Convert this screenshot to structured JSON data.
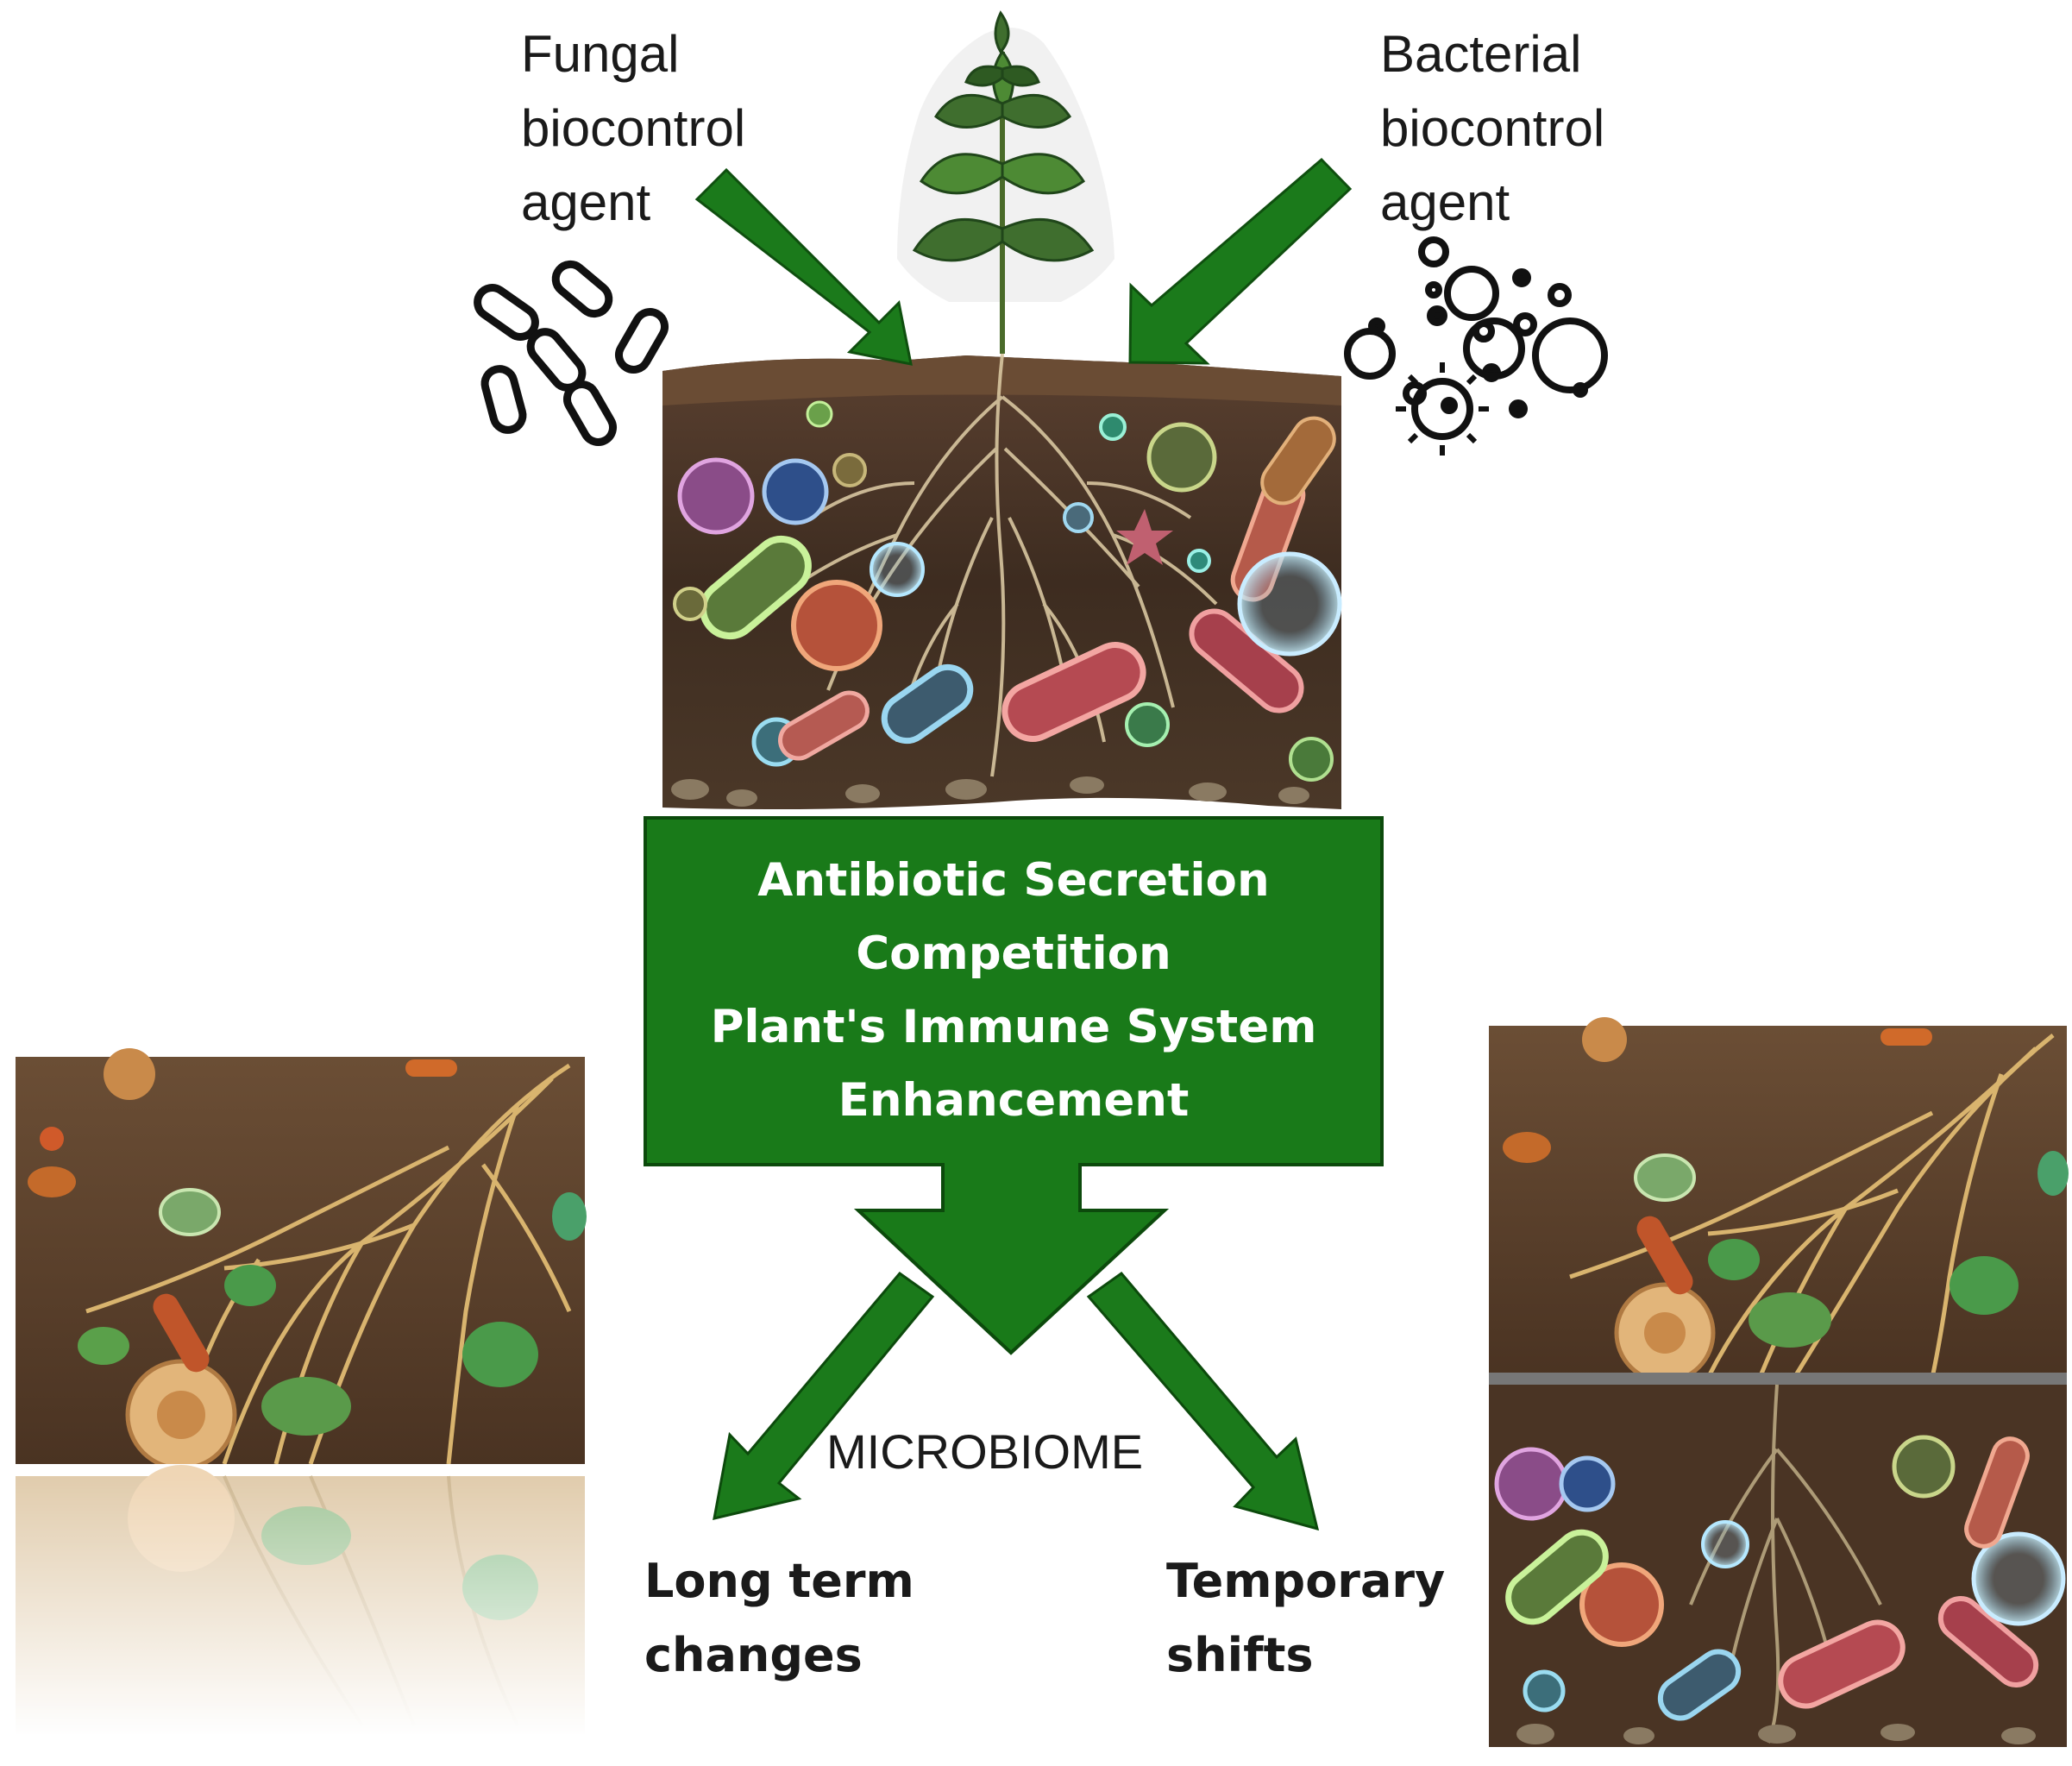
{
  "agents": {
    "fungal": {
      "line1": "Fungal",
      "line2": "biocontrol",
      "line3": "agent"
    },
    "bacterial": {
      "line1": "Bacterial",
      "line2": "biocontrol",
      "line3": "agent"
    }
  },
  "mechanisms": {
    "line1": "Antibiotic Secretion",
    "line2": "Competition",
    "line3": "Plant's Immune System",
    "line4": "Enhancement"
  },
  "center_label": "MICROBIOME",
  "outcomes": {
    "long_term": {
      "line1": "Long term",
      "line2": "changes"
    },
    "temporary": {
      "line1": "Temporary",
      "line2": "shifts"
    }
  },
  "colors": {
    "arrow_green": "#1b7a1b",
    "box_green": "#197a19",
    "soil_dark": "#4a3524",
    "root": "#c9a36a"
  },
  "icons": {
    "fungal_spores": "rod-shaped-spores-icon",
    "bacteria": "cocci-bacteria-icon",
    "plant": "seedling-icon"
  }
}
